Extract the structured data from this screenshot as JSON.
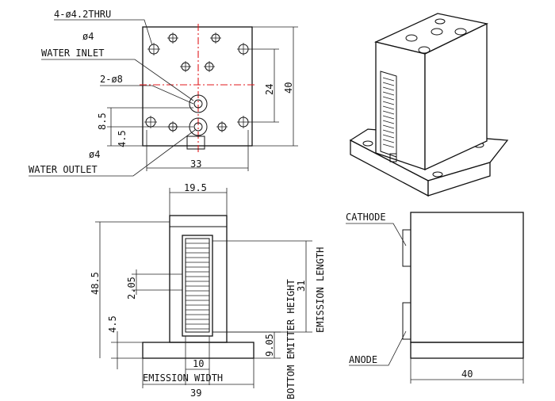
{
  "top_view": {
    "mounting_holes": "4-ø4.2THRU",
    "water_inlet_dia": "ø4",
    "water_inlet": "WATER INLET",
    "counterbore": "2-ø8",
    "water_outlet_dia": "ø4",
    "water_outlet": "WATER OUTLET",
    "dim_width": "33",
    "dim_height": "40",
    "dim_hole_spacing": "24",
    "dim_8_5": "8.5",
    "dim_4_5": "4.5"
  },
  "front_view": {
    "dim_top_width": "19.5",
    "dim_total_height": "48.5",
    "dim_2_05": "2.05",
    "dim_base_4_5": "4.5",
    "dim_emission_width": "10",
    "emission_width_label": "EMISSION WIDTH",
    "dim_base_width": "39",
    "dim_9_05": "9.05",
    "bottom_emitter_label": "BOTTOM EMITTER HEIGHT",
    "dim_emission_length": "31",
    "emission_length_label": "EMISSION LENGTH"
  },
  "side_view": {
    "cathode_label": "CATHODE",
    "anode_label": "ANODE",
    "dim_depth": "40"
  }
}
